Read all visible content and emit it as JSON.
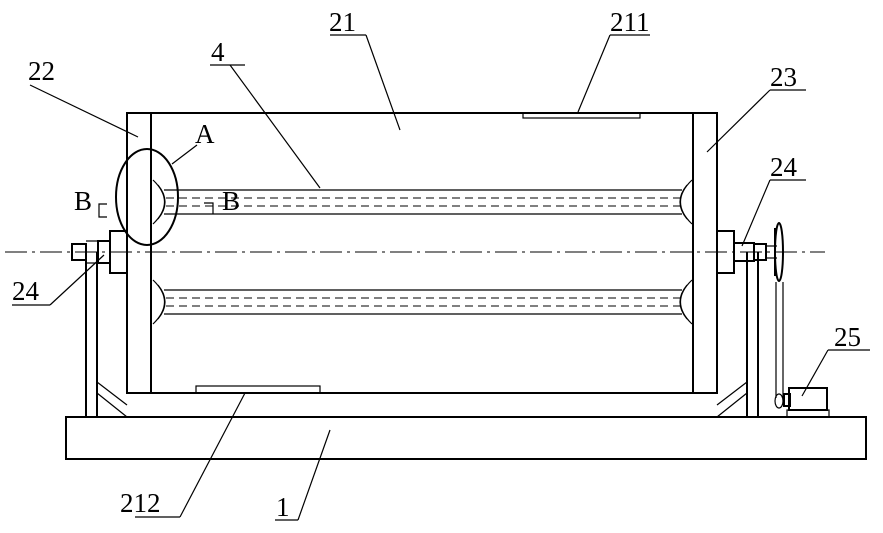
{
  "labels": {
    "part_1": "1",
    "part_21": "21",
    "part_211": "211",
    "part_212": "212",
    "part_22": "22",
    "part_23": "23",
    "part_24_left": "24",
    "part_24_right": "24",
    "part_25": "25",
    "part_4": "4",
    "detail_a": "A",
    "section_b_left": "B",
    "section_b_right": "B"
  },
  "colors": {
    "line": "#000000",
    "background": "#ffffff"
  }
}
